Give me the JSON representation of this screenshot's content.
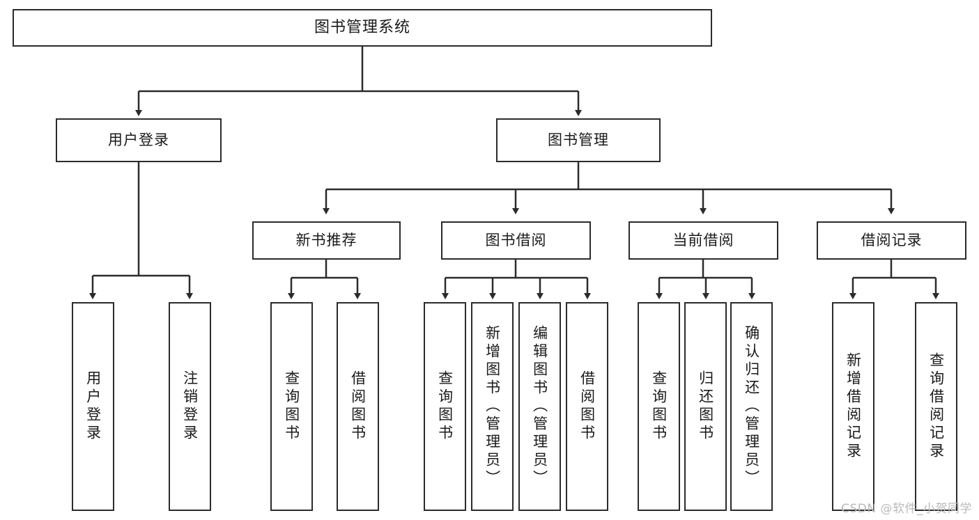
{
  "diagram": {
    "title": "图书管理系统",
    "type": "hierarchy-tree",
    "watermark": "CSDN @软件_小贺同学",
    "colors": {
      "stroke": "#2b2b2b",
      "fill": "#ffffff",
      "text": "#1a1a1a",
      "watermark": "#b9b9b9"
    },
    "levels": {
      "root": {
        "label": "图书管理系统"
      },
      "level2": [
        {
          "id": "user-login",
          "label": "用户登录"
        },
        {
          "id": "book-manage",
          "label": "图书管理"
        }
      ],
      "level3": [
        {
          "id": "new-book-recommend",
          "label": "新书推荐",
          "parent": "book-manage"
        },
        {
          "id": "book-borrow",
          "label": "图书借阅",
          "parent": "book-manage"
        },
        {
          "id": "current-borrow",
          "label": "当前借阅",
          "parent": "book-manage"
        },
        {
          "id": "borrow-record",
          "label": "借阅记录",
          "parent": "book-manage"
        }
      ],
      "leaves": [
        {
          "id": "leaf-user-login",
          "label": "用户登录",
          "parent": "user-login"
        },
        {
          "id": "leaf-user-logout",
          "label": "注销登录",
          "parent": "user-login"
        },
        {
          "id": "leaf-query-book-1",
          "label": "查询图书",
          "parent": "new-book-recommend"
        },
        {
          "id": "leaf-borrow-book-1",
          "label": "借阅图书",
          "parent": "new-book-recommend"
        },
        {
          "id": "leaf-query-book-2",
          "label": "查询图书",
          "parent": "book-borrow"
        },
        {
          "id": "leaf-add-book",
          "label": "新增图书（管理员）",
          "parent": "book-borrow"
        },
        {
          "id": "leaf-edit-book",
          "label": "编辑图书（管理员）",
          "parent": "book-borrow"
        },
        {
          "id": "leaf-borrow-book-2",
          "label": "借阅图书",
          "parent": "book-borrow"
        },
        {
          "id": "leaf-query-book-3",
          "label": "查询图书",
          "parent": "current-borrow"
        },
        {
          "id": "leaf-return-book",
          "label": "归还图书",
          "parent": "current-borrow"
        },
        {
          "id": "leaf-confirm-return",
          "label": "确认归还（管理员）",
          "parent": "current-borrow"
        },
        {
          "id": "leaf-add-record",
          "label": "新增借阅记录",
          "parent": "borrow-record"
        },
        {
          "id": "leaf-query-record",
          "label": "查询借阅记录",
          "parent": "borrow-record"
        }
      ]
    }
  }
}
